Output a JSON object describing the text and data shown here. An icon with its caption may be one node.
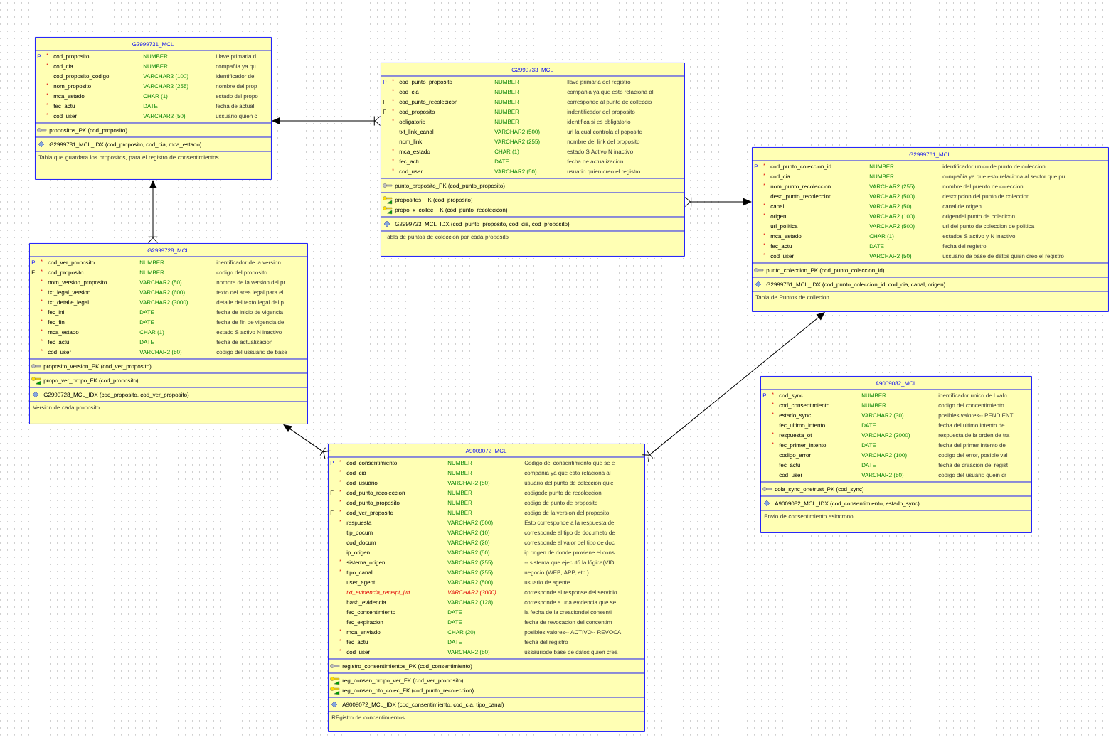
{
  "diagram": {
    "nodes": [
      {
        "text": [
          "G2999731_MCL",
          "P",
          "*",
          "cod_proposito",
          "NUMBER",
          "Llave primaria d",
          "*",
          "cod_cia",
          "NUMBER",
          "compañia ya qu",
          "cod_proposito_codigo",
          "VARCHAR2 (100)",
          "identificador del",
          "*",
          "nom_proposito",
          "VARCHAR2 (255)",
          "nombre del prop",
          "*",
          "mca_estado",
          "CHAR (1)",
          "estado del propo",
          "*",
          "fec_actu",
          "DATE",
          "fecha de actuali",
          "*",
          "cod_user",
          "VARCHAR2 (50)",
          "ussuario quien c",
          "propositos_PK (cod_proposito)",
          "G2999731_MCL_IDX (cod_proposito, cod_cia, mca_estado)",
          "Tabla que guardara los propositos, para el registro de consentimientos"
        ]
      },
      {
        "text": [
          "G2999733_MCL",
          "P",
          "*",
          "cod_punto_proposito",
          "NUMBER",
          "llave primaria del registro",
          "*",
          "cod_cia",
          "NUMBER",
          "compañia ya que esto relaciona al",
          "F",
          "*",
          "cod_punto_recolecicon",
          "NUMBER",
          "corresponde al punto de colleccio",
          "F",
          "*",
          "cod_proposito",
          "NUMBER",
          "indentificador del proposito",
          "*",
          "obligatorio",
          "NUMBER",
          "identifica si es obligatorio",
          "txt_link_canal",
          "VARCHAR2 (500)",
          "url la cual controla el poposito",
          "nom_link",
          "VARCHAR2 (255)",
          "nombre del link del proposito",
          "*",
          "mca_estado",
          "CHAR (1)",
          "estado S Activo N inactivo",
          "*",
          "fec_actu",
          "DATE",
          "fecha de actualizacion",
          "*",
          "cod_user",
          "VARCHAR2 (50)",
          "usuario quien creo el registro",
          "punto_proposito_PK (cod_punto_proposito)",
          "propositos_FK (cod_proposito)",
          "propo_x_collec_FK (cod_punto_recolecicon)",
          "G2999733_MCL_IDX (cod_punto_proposito, cod_cia, cod_proposito)",
          "Tabla de puntos de coleccion por cada proposito"
        ]
      },
      {
        "text": [
          "G2999761_MCL",
          "P",
          "*",
          "cod_punto_coleccion_id",
          "NUMBER",
          "identificador unico de punto de coleccion",
          "*",
          "cod_cia",
          "NUMBER",
          "compañia ya que esto relaciona al sector que pu",
          "*",
          "nom_punto_recoleccion",
          "VARCHAR2 (255)",
          "nombre del puento de coleccion",
          "desc_punto_recoleccion",
          "VARCHAR2 (500)",
          "descripcion del punto de coleccion",
          "*",
          "canal",
          "VARCHAR2 (50)",
          "canal de origen",
          "*",
          "origen",
          "VARCHAR2 (100)",
          "origendel punto de colecicon",
          "url_politica",
          "VARCHAR2 (500)",
          "url del punto de coleccion de politica",
          "*",
          "mca_estado",
          "CHAR (1)",
          "estados S activo y N inactivo",
          "*",
          "fec_actu",
          "DATE",
          "fecha del registro",
          "*",
          "cod_user",
          "VARCHAR2 (50)",
          "ussuario de base de datos quien creo el registro",
          "punto_coleccion_PK (cod_punto_coleccion_id)",
          "G2999761_MCL_IDX (cod_punto_coleccion_id, cod_cia, canal, origen)",
          "Tabla de Puntos de collecion"
        ]
      },
      {
        "text": [
          "G2999728_MCL",
          "P",
          "*",
          "cod_ver_proposito",
          "NUMBER",
          "identificador de la version",
          "F",
          "*",
          "cod_proposito",
          "NUMBER",
          "codigo del proposito",
          "*",
          "nom_version_proposito",
          "VARCHAR2 (50)",
          "nombre de la version del pr",
          "*",
          "txt_legal_version",
          "VARCHAR2 (600)",
          "texto del area legal para el",
          "*",
          "txt_detalle_legal",
          "VARCHAR2 (3000)",
          "detalle del texto legal del p",
          "*",
          "fec_ini",
          "DATE",
          "fecha de inicio de vigencia",
          "*",
          "fec_fin",
          "DATE",
          "fecha de fin de vigencia de",
          "*",
          "mca_estado",
          "CHAR (1)",
          "estado S activo N inactivo",
          "*",
          "fec_actu",
          "DATE",
          "fecha de actualizacion",
          "*",
          "cod_user",
          "VARCHAR2 (50)",
          "codigo del ussuario de base",
          "proposito_version_PK (cod_ver_proposito)",
          "propo_ver_propo_FK (cod_proposito)",
          "G2999728_MCL_IDX (cod_proposito, cod_ver_proposito)",
          "Version de cada proposito"
        ]
      },
      {
        "text": [
          "A9009082_MCL",
          "P",
          "*",
          "cod_sync",
          "NUMBER",
          "identificador unico de l valo",
          "*",
          "cod_consentimiento",
          "NUMBER",
          "codigo del concentimiento",
          "*",
          "estado_sync",
          "VARCHAR2 (30)",
          "posibles valores-- PENDIENT",
          "fec_ultimo_intento",
          "DATE",
          "fecha del ultimo intento de",
          "*",
          "respuesta_ot",
          "VARCHAR2 (2000)",
          "respuesta de la orden de tra",
          "*",
          "fec_primer_intento",
          "DATE",
          "fecha del primer intento de",
          "codigo_error",
          "VARCHAR2 (100)",
          "codigo del error, posible val",
          "fec_actu",
          "DATE",
          "fecha de creacion del regist",
          "cod_user",
          "VARCHAR2 (50)",
          "codigo del usuario quein cr",
          "cola_sync_onetrust_PK (cod_sync)",
          "A9009082_MCL_IDX (cod_consentimiento, estado_sync)",
          "Envio de consentimiento asincrono"
        ]
      },
      {
        "text": [
          "A9009072_MCL",
          "P",
          "*",
          "cod_consentimiento",
          "NUMBER",
          "Codigo del consentimiento que se e",
          "*",
          "cod_cia",
          "NUMBER",
          "compañia ya que esto relaciona al",
          "*",
          "cod_usuario",
          "VARCHAR2 (50)",
          "usuario del punto de coleccion quie",
          "F",
          "*",
          "cod_punto_recoleccion",
          "NUMBER",
          "codigode punto de recoleccion",
          "*",
          "cod_punto_proposito",
          "NUMBER",
          "codigo de punto de proposito",
          "F",
          "*",
          "cod_ver_proposito",
          "NUMBER",
          "codigo de la version del proposito",
          "*",
          "respuesta",
          "VARCHAR2 (500)",
          "Esto corresponde a la respuesta del",
          "tip_docum",
          "VARCHAR2 (10)",
          "corresponde al tipo de documeto de",
          "cod_docum",
          "VARCHAR2 (20)",
          "corresponde al valor del tipo de doc",
          "ip_origen",
          "VARCHAR2 (50)",
          "ip origen de donde proviene el cons",
          "*",
          "sistema_origen",
          "VARCHAR2 (255)",
          "-- sistema que ejecutó la lógica(VID",
          "*",
          "tipo_canal",
          "VARCHAR2 (255)",
          "negocio (WEB, APP, etc.)",
          "user_agent",
          "VARCHAR2 (500)",
          "usuario de agente",
          "txt_evidencia_receipt_jwt",
          "VARCHAR2 (3000)",
          "corresponde al response del servicio",
          "hash_evidencia",
          "VARCHAR2 (128)",
          "corresponde a una evidencia que se",
          "fec_consentimiento",
          "DATE",
          "la fecha de la creaciondel consenti",
          "fec_expiracion",
          "DATE",
          "fecha de revocacion del concentim",
          "*",
          "mca_enviado",
          "CHAR (20)",
          "posibles valores-- ACTIVO-- REVOCA",
          "*",
          "fec_actu",
          "DATE",
          "fecha del registro",
          "*",
          "cod_user",
          "VARCHAR2 (50)",
          "ussauriode base de datos quien crea",
          "registro_consentimientos_PK (cod_consentimiento)",
          "reg_consen_propo_ver_FK (cod_ver_proposito)",
          "reg_consen_pto_colec_FK (cod_punto_recoleccion)",
          "A9009072_MCL_IDX (cod_consentimiento, cod_cia, tipo_canal)",
          "REgistro de concentimientos"
        ]
      }
    ],
    "edges": [
      {
        "from": 1,
        "to": 0,
        "arrow": "to"
      },
      {
        "from": 3,
        "to": 0,
        "arrow": "to"
      },
      {
        "from": 1,
        "to": 2,
        "arrow": "to"
      },
      {
        "from": 5,
        "to": 3,
        "arrow": "to"
      },
      {
        "from": 5,
        "to": 2,
        "arrow": "to"
      }
    ]
  }
}
